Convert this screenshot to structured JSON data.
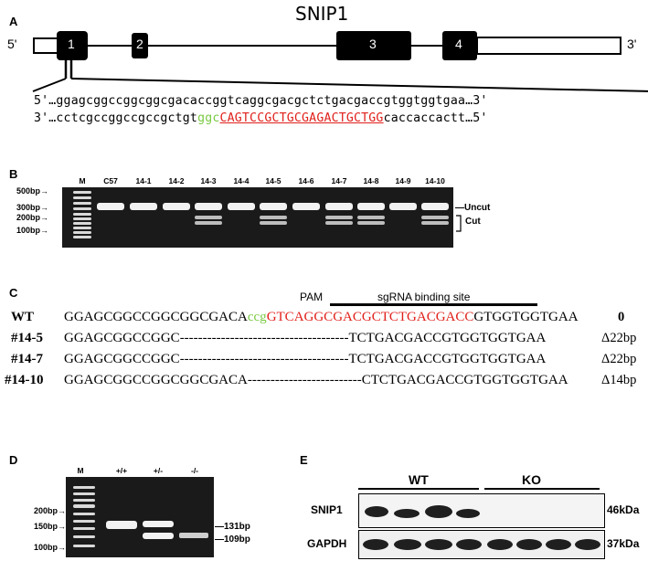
{
  "panelA": {
    "letter": "A",
    "gene": "SNIP1",
    "end5": "5'",
    "end3": "3'",
    "exons": [
      "1",
      "2",
      "3",
      "4"
    ],
    "seq_top_left": "5'",
    "seq_top": "…ggagcggccggcggcgacaccggtcaggcgacgctctgacgaccgtggtggtgaa",
    "seq_top_right": "…3'",
    "seq_bot_left": "3'",
    "seq_bot_pre": "…cctcgccggccgccgctgt",
    "seq_bot_pam": "ggc",
    "seq_bot_target": "CAGTCCGCTGCGAGACTGCTGG",
    "seq_bot_post": "caccaccactt",
    "seq_bot_right": "…5'"
  },
  "panelB": {
    "letter": "B",
    "lanes": [
      "M",
      "C57",
      "14-1",
      "14-2",
      "14-3",
      "14-4",
      "14-5",
      "14-6",
      "14-7",
      "14-8",
      "14-9",
      "14-10"
    ],
    "markers": [
      "500bp",
      "300bp",
      "200bp",
      "100bp"
    ],
    "uncut": "Uncut",
    "cut": "Cut"
  },
  "panelC": {
    "letter": "C",
    "pam": "PAM",
    "sgrna": "sgRNA binding site",
    "rows": [
      {
        "name": "WT",
        "a": "GGAGCGGCCGGCGGCGACA",
        "pam": "ccg",
        "target": "GTCAGGCGACGCTCTGACGACC",
        "b": "GTGGTGGTGAA",
        "del": "0"
      },
      {
        "name": "#14-5",
        "a": "GGAGCGGCCGGC",
        "dash": "-------------------------------------",
        "b": "TCTGACGACCGTGGTGGTGAA",
        "del": "Δ22bp"
      },
      {
        "name": "#14-7",
        "a": "GGAGCGGCCGGC",
        "dash": "-------------------------------------",
        "b": "TCTGACGACCGTGGTGGTGAA",
        "del": "Δ22bp"
      },
      {
        "name": "#14-10",
        "a": "GGAGCGGCCGGCGGCGACA",
        "dash": "-------------------------",
        "b": "CTCTGACGACCGTGGTGGTGAA",
        "del": "Δ14bp"
      }
    ]
  },
  "panelD": {
    "letter": "D",
    "lanes": [
      "M",
      "+/+",
      "+/-",
      "-/-"
    ],
    "markers": [
      "200bp",
      "150bp",
      "100bp"
    ],
    "sizes": [
      "131bp",
      "109bp"
    ]
  },
  "panelE": {
    "letter": "E",
    "groups": [
      "WT",
      "KO"
    ],
    "proteins": [
      "SNIP1",
      "GAPDH"
    ],
    "weights": [
      "46kDa",
      "37kDa"
    ]
  }
}
